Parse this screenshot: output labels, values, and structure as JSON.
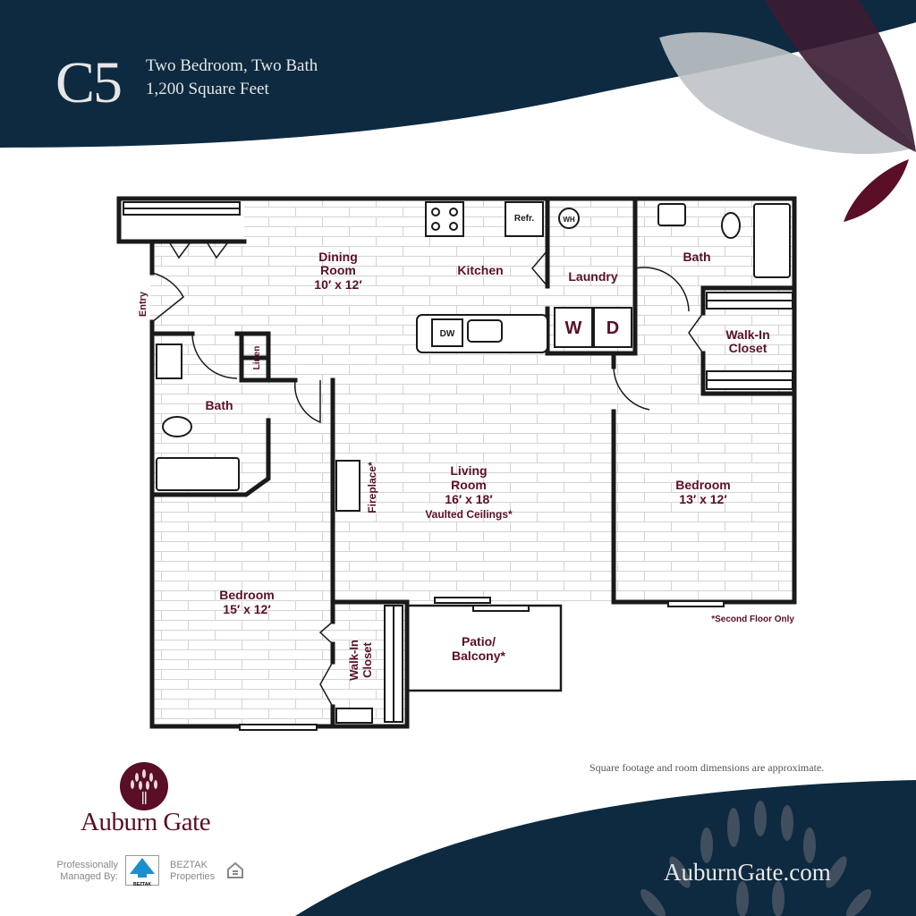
{
  "header": {
    "plan_code": "C5",
    "line1": "Two Bedroom, Two Bath",
    "line2": "1,200 Square Feet"
  },
  "rooms": {
    "dining": {
      "name": "Dining",
      "name2": "Room",
      "dims": "10′ x 12′"
    },
    "kitchen": "Kitchen",
    "refrigerator": "Refr.",
    "water_heater": "WH",
    "laundry": "Laundry",
    "washer": "W",
    "dryer": "D",
    "dishwasher": "DW",
    "bath_master": "Bath",
    "walkin_master": {
      "l1": "Walk-In",
      "l2": "Closet"
    },
    "entry": "Entry",
    "linen": "Linen",
    "bath_hall": "Bath",
    "fireplace": "Fireplace*",
    "living": {
      "l1": "Living",
      "l2": "Room",
      "dims": "16′ x 18′",
      "note": "Vaulted Ceilings*"
    },
    "bedroom_right": {
      "name": "Bedroom",
      "dims": "13′ x 12′"
    },
    "bedroom_left": {
      "name": "Bedroom",
      "dims": "15′ x 12′"
    },
    "walkin_left": {
      "l1": "Walk-In",
      "l2": "Closet"
    },
    "patio": {
      "l1": "Patio/",
      "l2": "Balcony*"
    }
  },
  "footnote": "*Second Floor Only",
  "disclaimer": "Square footage and room dimensions are approximate.",
  "brand": {
    "name": "Auburn Gate",
    "url": "AuburnGate.com",
    "managed_by_l1": "Professionally",
    "managed_by_l2": "Managed By:",
    "manager_l1": "BEZTAK",
    "manager_l2": "Properties",
    "manager_logo_text": "BEZTAK"
  },
  "colors": {
    "navy": "#0d2a40",
    "maroon": "#5a0f27",
    "wall": "#1a1a1a"
  }
}
